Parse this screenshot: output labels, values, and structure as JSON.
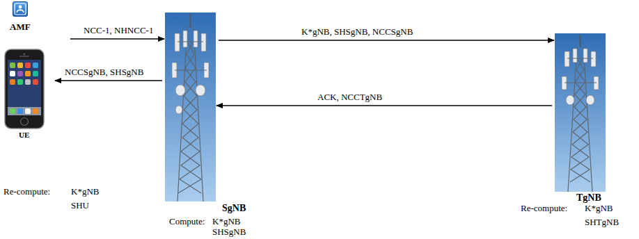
{
  "diagram": {
    "nodes": [
      {
        "text": [
          "AMF"
        ]
      },
      {
        "text": [
          "UE"
        ]
      },
      {
        "text": [
          "SgNB"
        ]
      },
      {
        "text": [
          "TgNB"
        ]
      }
    ],
    "edges": [
      {
        "from": 0,
        "to": 2,
        "arrow": "to",
        "label": "NCC-1, NHNCC-1"
      },
      {
        "from": 2,
        "to": 1,
        "arrow": "to",
        "label": "NCCSgNB, SHSgNB"
      },
      {
        "from": 2,
        "to": 3,
        "arrow": "to",
        "label": "K*gNB, SHSgNB, NCCSgNB"
      },
      {
        "from": 3,
        "to": 2,
        "arrow": "to",
        "label": "ACK, NCCTgNB"
      }
    ],
    "labels": [
      "Re-compute:",
      "K*gNB",
      "SHU",
      "Compute:",
      "K*gNB",
      "SHSgNB",
      "Re-compute:",
      "K*gNB",
      "SHTgNB"
    ]
  }
}
